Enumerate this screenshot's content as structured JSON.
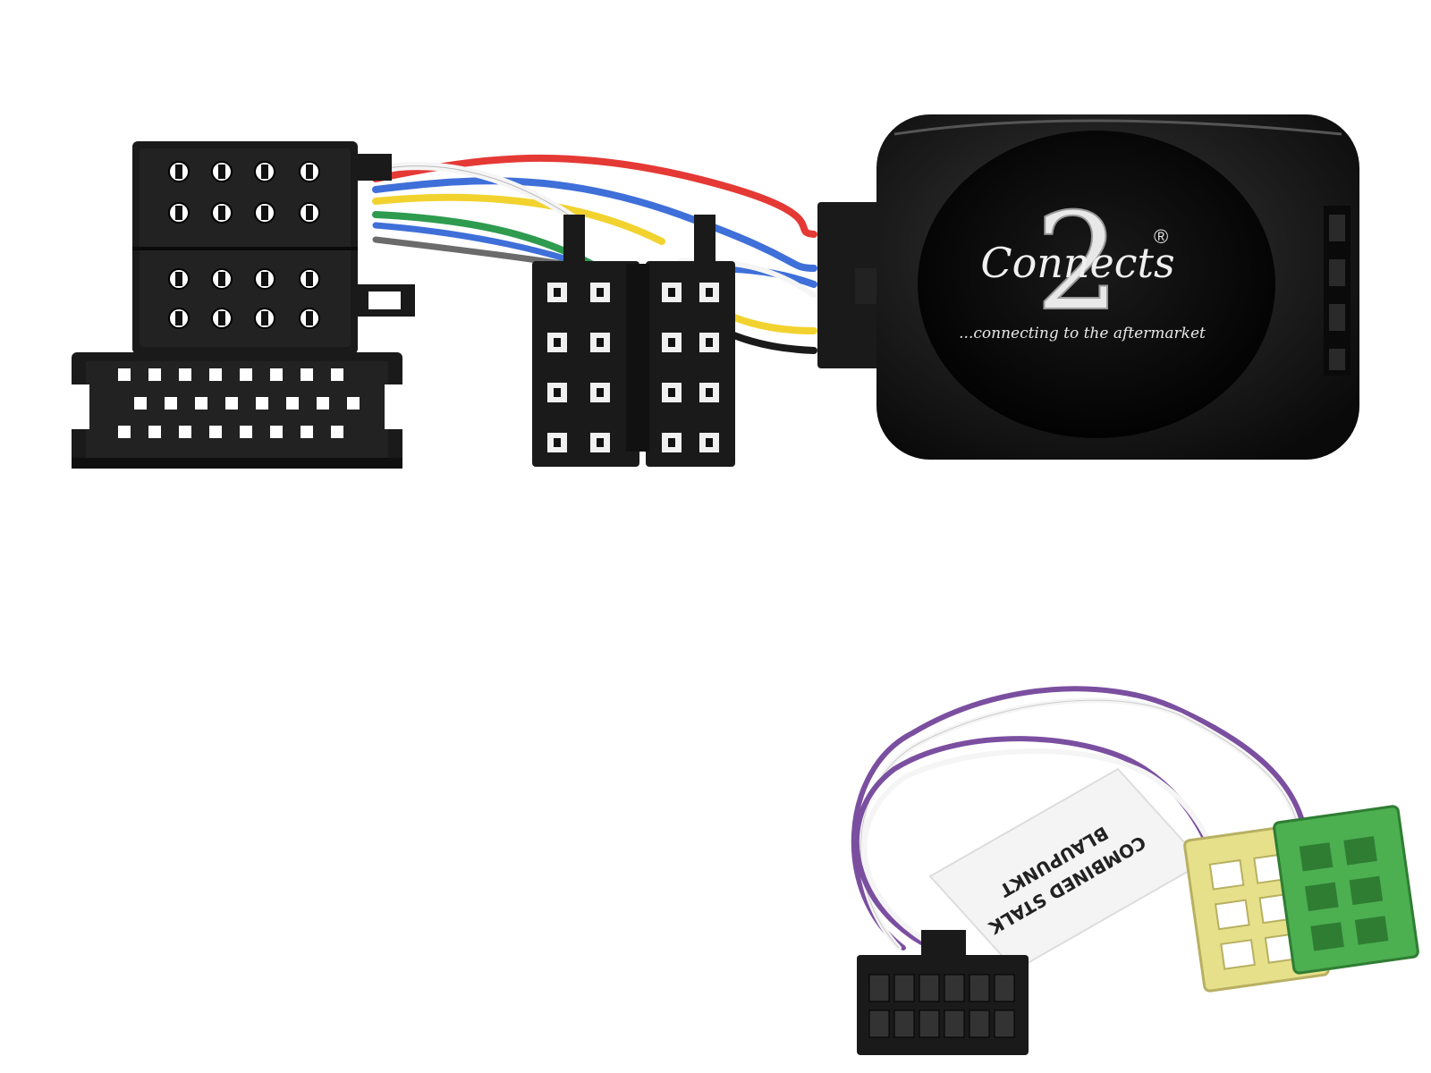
{
  "module": {
    "brand": "Connects",
    "brand_numeral": "2",
    "registered_mark": "®",
    "tagline": "...connecting to the aftermarket"
  },
  "stalk_cable": {
    "tag_line_1": "COMBINED STALK",
    "tag_line_2": "BLAUPUNKT"
  },
  "colors": {
    "connector_black": "#1a1a1a",
    "module_black": "#111111",
    "mini_iso_yellow": "#e6e08a",
    "mini_iso_green": "#4caf50",
    "wire_red": "#e53935",
    "wire_blue": "#3f6fd8",
    "wire_yellow": "#f2d22e",
    "wire_green": "#2e9b4f",
    "wire_purple": "#7b4fa0",
    "wire_white": "#f5f5f5"
  }
}
